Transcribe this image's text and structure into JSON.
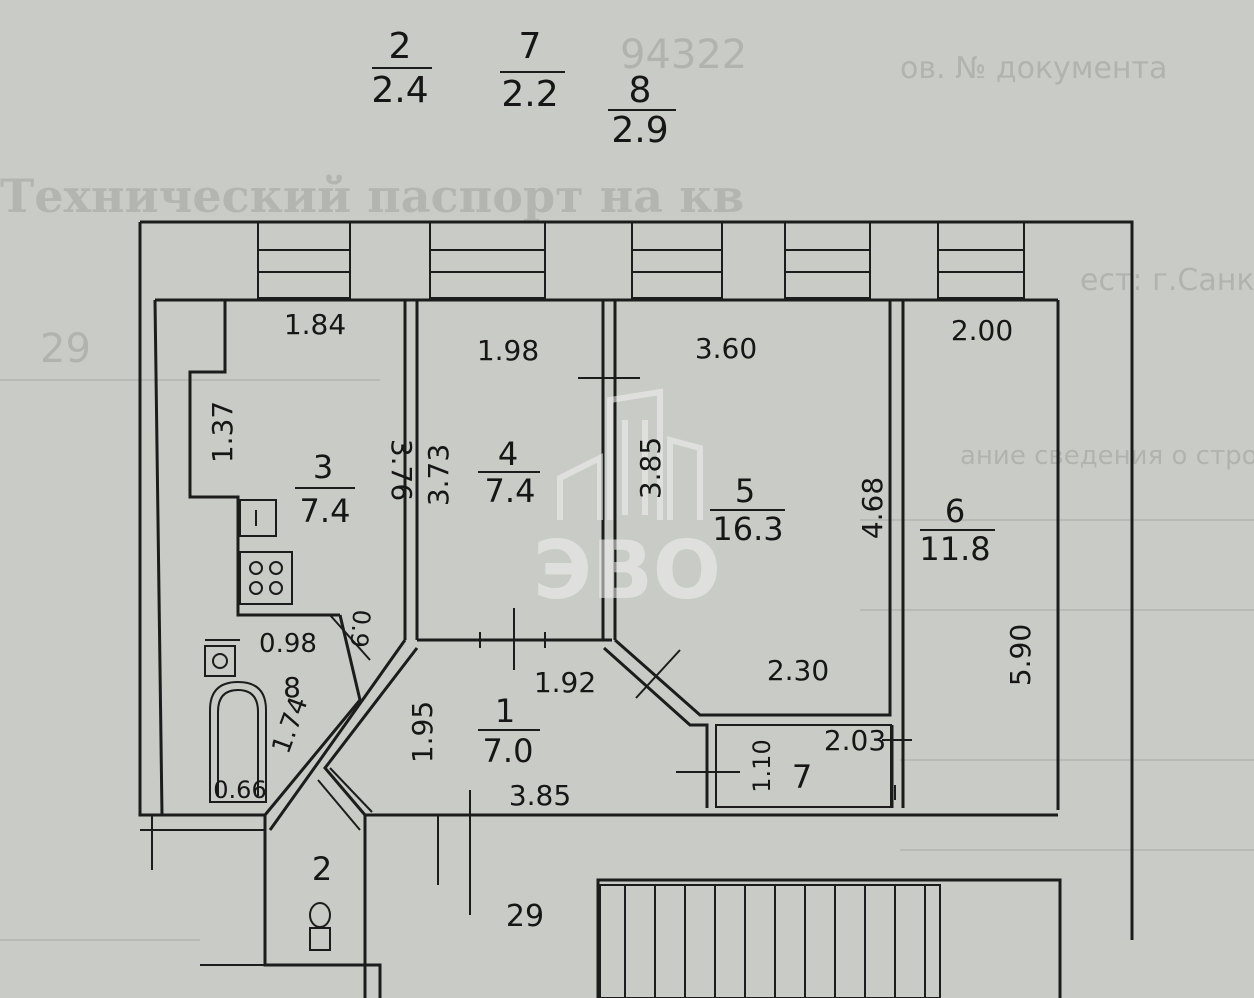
{
  "heights_legend": [
    {
      "room": "2",
      "height": "2.4"
    },
    {
      "room": "7",
      "height": "2.2"
    },
    {
      "room": "8",
      "height": "2.9"
    }
  ],
  "rooms": [
    {
      "number": "1",
      "area": "7.0"
    },
    {
      "number": "2",
      "area": ""
    },
    {
      "number": "3",
      "area": "7.4"
    },
    {
      "number": "4",
      "area": "7.4"
    },
    {
      "number": "5",
      "area": "16.3"
    },
    {
      "number": "6",
      "area": "11.8"
    },
    {
      "number": "7",
      "area": ""
    },
    {
      "number": "8",
      "area": ""
    }
  ],
  "dimensions": {
    "r3_top": "1.84",
    "r3_left": "1.37",
    "r3_right": "3.76",
    "r4_top": "1.98",
    "r4_left": "3.73",
    "r4_right": "3.85",
    "r5_top": "3.60",
    "r5_right": "4.68",
    "r5_bottom": "2.30",
    "r6_top": "2.00",
    "r6_right": "5.90",
    "r8_top": "0.98",
    "r8_diag": "1.74",
    "r8_right": "0.9",
    "r8_bottom": "0.66",
    "r1_top": "1.92",
    "r1_left": "1.95",
    "r1_bottom": "3.85",
    "r7_left": "1.10",
    "r7_top": "2.03"
  },
  "stair_label": "29",
  "watermark": {
    "text": "ЭВО"
  },
  "background_text": {
    "line1": "Технический паспорт на кв",
    "line2": "ов. № документа",
    "line3": "94322",
    "line4": "ест: г.Санкт-Петербург",
    "line5": "29",
    "line6": "ание сведения о строениях"
  }
}
